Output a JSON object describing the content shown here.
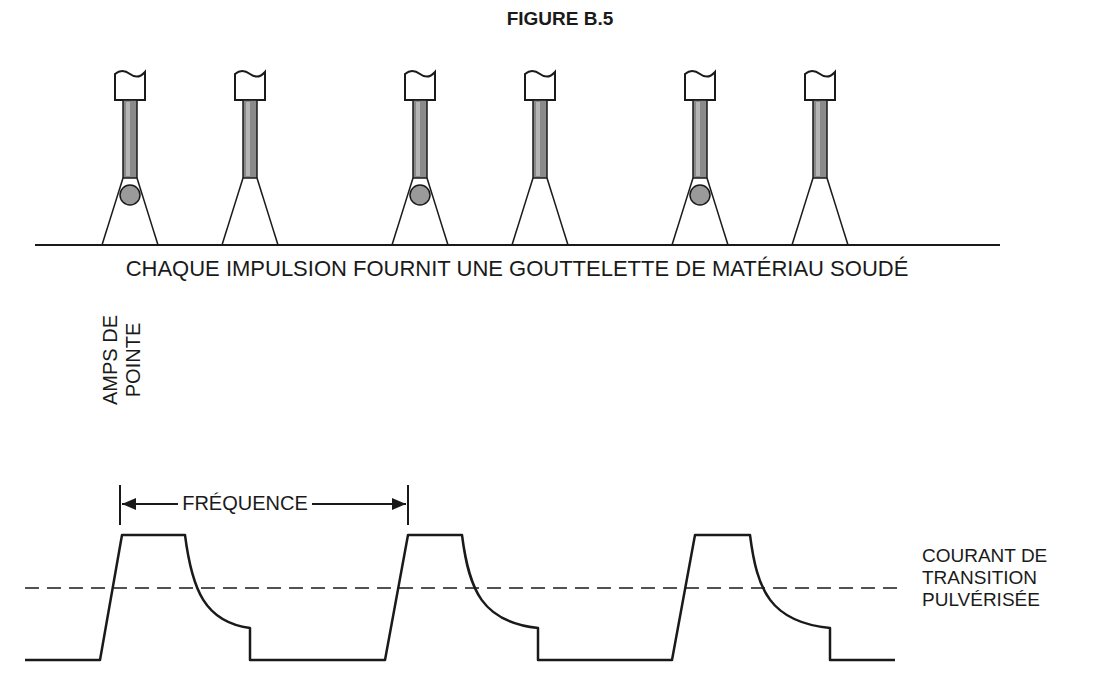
{
  "diagram": {
    "title": "FIGURE B.5",
    "labels": [
      "CHAQUE IMPULSION FOURNIT UNE GOUTTELETTE DE MATÉRIAU SOUDÉ",
      "AMPS DE POINTE",
      "FRÉQUENCE",
      "COURANT DE TRANSITION PULVÉRISÉE"
    ]
  }
}
